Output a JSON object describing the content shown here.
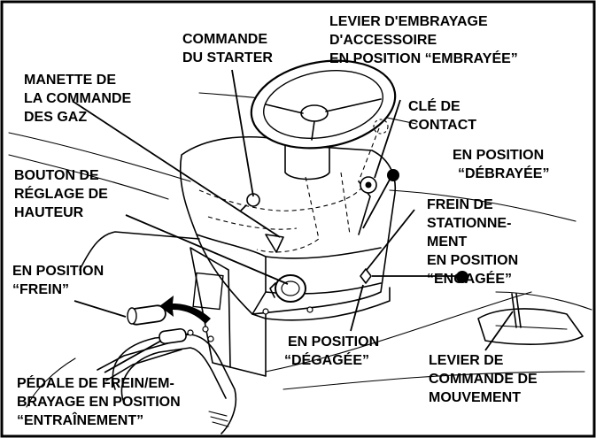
{
  "labels": {
    "accessory_clutch": [
      "LEVIER D'EMBRAYAGE",
      "D'ACCESSOIRE",
      "EN POSITION “EMBRAYÉE”"
    ],
    "choke": [
      "COMMANDE",
      "DU STARTER"
    ],
    "throttle": [
      "MANETTE DE",
      "LA COMMANDE",
      "DES GAZ"
    ],
    "ignition_key": [
      "CLÉ DE",
      "CONTACT"
    ],
    "disengaged": [
      "EN POSITION",
      "“DÉBRAYÉE”"
    ],
    "height_knob": [
      "BOUTON DE",
      "RÉGLAGE DE",
      "HAUTEUR"
    ],
    "parking_brake": [
      "FREIN DE",
      "STATIONNE-",
      "MENT",
      "EN POSITION",
      "“ENGAGÉE”"
    ],
    "brake_position": [
      "EN POSITION",
      "“FREIN”"
    ],
    "released": [
      "EN POSITION",
      "“DÉGAGÉE”"
    ],
    "motion_lever": [
      "LEVIER DE",
      "COMMANDE DE",
      "MOUVEMENT"
    ],
    "brake_pedal": [
      "PÉDALE DE FREIN/EM-",
      "BRAYAGE EN POSITION",
      "“ENTRAÎNEMENT”"
    ]
  }
}
